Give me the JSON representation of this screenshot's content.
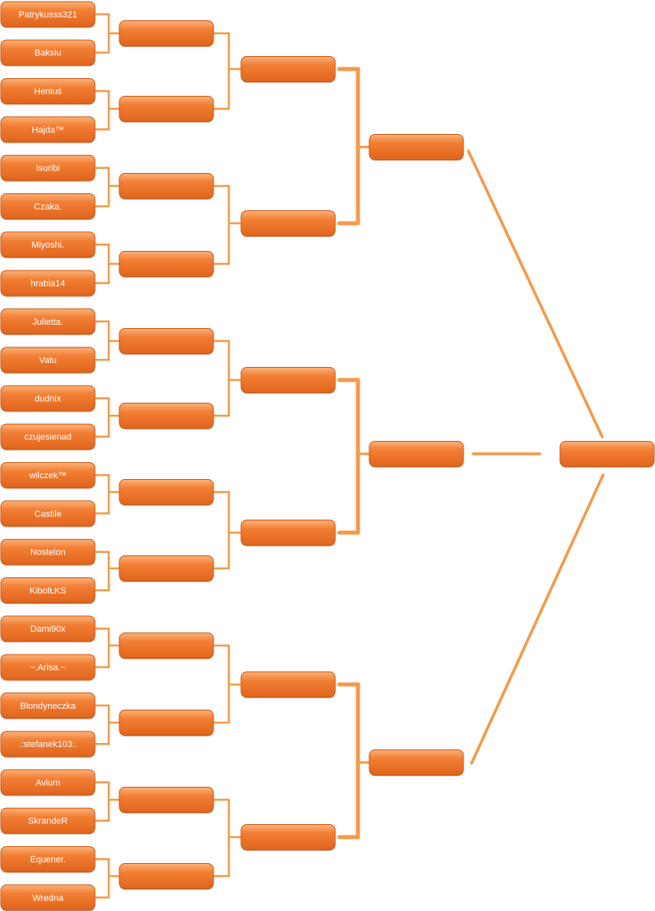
{
  "bracket": {
    "colors": {
      "accent": "#f07a2e",
      "accent_light": "#f9a062",
      "accent_dark": "#b54d10",
      "line": "#f39a4b"
    },
    "round1": [
      "Patrykusss321",
      "Baksiu",
      "Heniuś",
      "Hajda™",
      "Isuribi",
      "Czaka.",
      "Miyoshi.",
      "hrabia14",
      "Julietta.",
      "Vatu",
      "dudnix",
      "czujesienad",
      "wilczek™",
      "Castile",
      "Nostelon",
      "KibolŁKS",
      "Dami90x",
      "~.Arisa.~",
      "Blondyneczka",
      ".:stefanek103:.",
      "Avium",
      "SkrandeR",
      "Equener.",
      "Wredna"
    ],
    "round2": [
      "",
      "",
      "",
      "",
      "",
      "",
      "",
      "",
      "",
      "",
      "",
      ""
    ],
    "round3": [
      "",
      "",
      "",
      "",
      "",
      ""
    ],
    "round4": [
      "",
      "",
      ""
    ],
    "final": [
      ""
    ]
  }
}
